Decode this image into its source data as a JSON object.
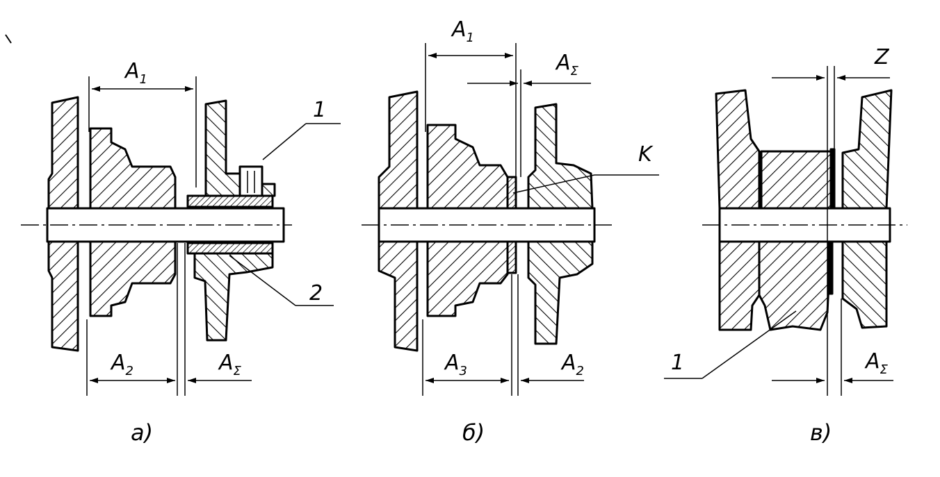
{
  "figure_a": {
    "dim_top": "A",
    "dim_top_sub": "1",
    "dim_bottom_left": "A",
    "dim_bottom_left_sub": "2",
    "dim_bottom_right": "A",
    "dim_bottom_right_sub": "Σ",
    "callout_1": "1",
    "callout_2": "2",
    "caption": "a)"
  },
  "figure_b": {
    "dim_top": "A",
    "dim_top_sub": "1",
    "dim_top_right": "A",
    "dim_top_right_sub": "Σ",
    "dim_bottom_left": "A",
    "dim_bottom_left_sub": "3",
    "dim_bottom_right": "A",
    "dim_bottom_right_sub": "2",
    "callout_k": "K",
    "caption": "б)"
  },
  "figure_c": {
    "dim_top": "Z",
    "dim_bottom": "A",
    "dim_bottom_sub": "Σ",
    "callout_1": "1",
    "caption": "в)"
  }
}
